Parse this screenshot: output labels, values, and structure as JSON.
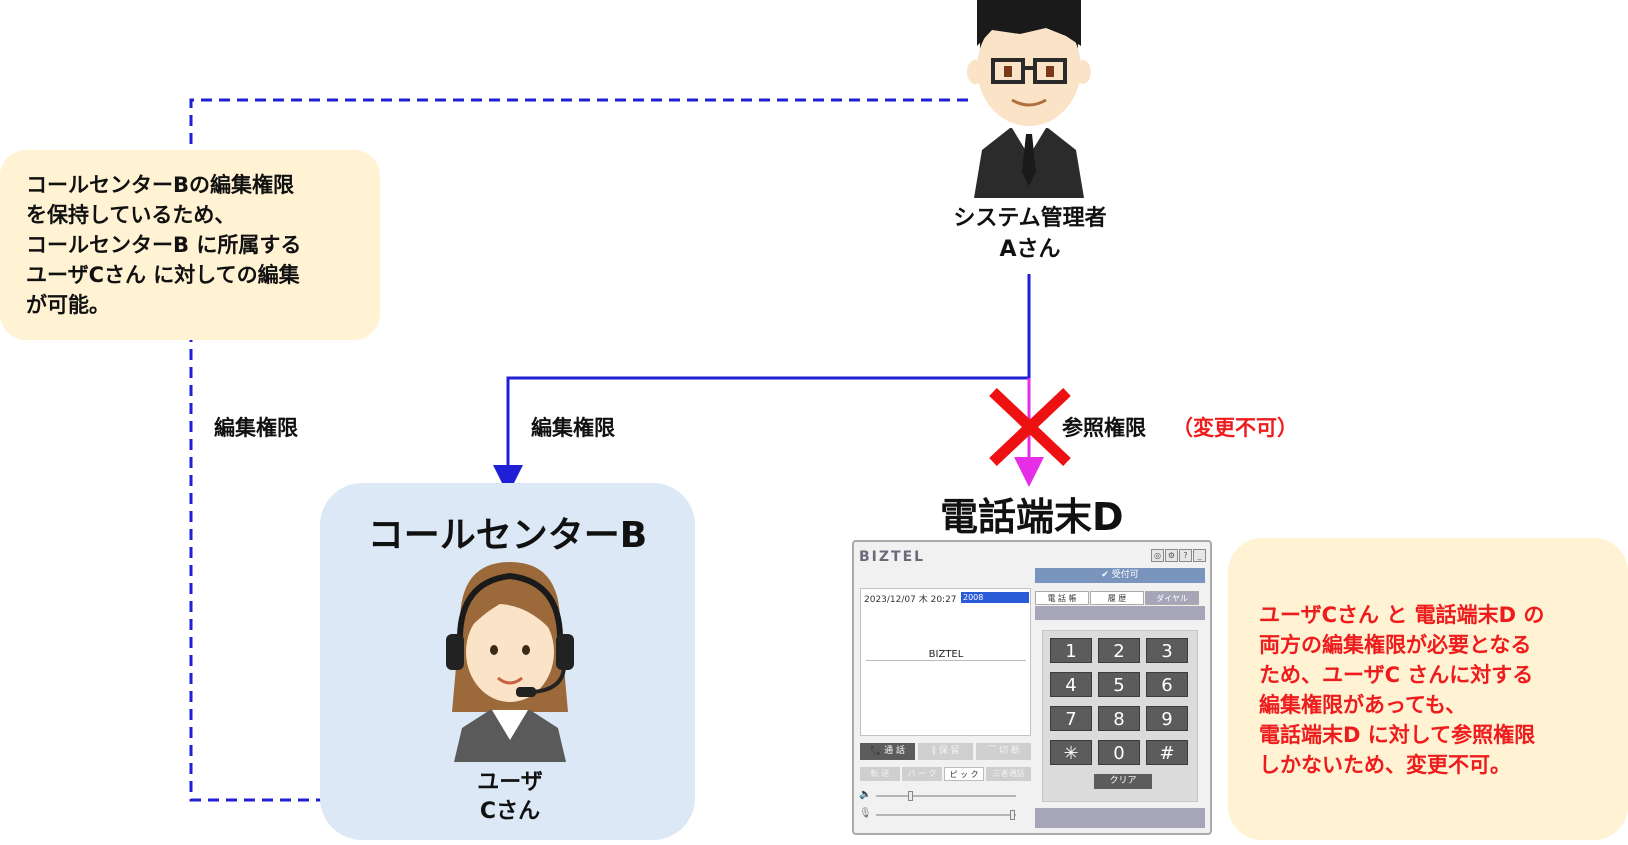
{
  "notes": {
    "left": [
      "コールセンターBの編集権限",
      "を保持しているため、",
      "コールセンターB に所属する",
      "ユーザCさん に対しての編集",
      "が可能。"
    ],
    "right": [
      "ユーザCさん と 電話端末D の",
      "両方の編集権限が必要となる",
      "ため、ユーザC さんに対する",
      "編集権限があっても、",
      "電話端末D に対して参照権限",
      "しかないため、変更不可。"
    ]
  },
  "admin": {
    "line1": "システム管理者",
    "line2": "Aさん"
  },
  "call_center": {
    "title": "コールセンターB"
  },
  "user": {
    "line1": "ユーザ",
    "line2": "Cさん"
  },
  "device": {
    "title": "電話端末D"
  },
  "permissions": {
    "edit_to_user": "編集権限",
    "edit_to_center": "編集権限",
    "view": "参照権限",
    "view_note": "（変更不可）"
  },
  "colors": {
    "solid_line": "#1f1fd6",
    "dashed_line": "#1f1fd6",
    "view_arrow": "#e62ee6",
    "cross": "#ee1111",
    "warning_text": "#ee1c1c",
    "note_bg": "#fff3d4",
    "panel_bg": "#dce8f5"
  },
  "phone": {
    "logo": "BIZTEL",
    "top_icons": [
      "◎",
      "⚙",
      "?",
      "_"
    ],
    "status": "✔ 受付可",
    "tabs": [
      "電 話 帳",
      "履 歴",
      "ダイヤル"
    ],
    "datetime": "2023/12/07 木 20:27",
    "extension": "2008",
    "screen_label": "BIZTEL",
    "keys": [
      "1",
      "2",
      "3",
      "4",
      "5",
      "6",
      "7",
      "8",
      "9",
      "✳",
      "0",
      "#"
    ],
    "clear": "クリア",
    "controls": {
      "call": "📞 通 話",
      "hold": "∥ 保 留",
      "hangup": "⌒ 切 断"
    },
    "subcontrols": [
      "転 送",
      "パ ー ク",
      "ピ ッ ク",
      "三者通話"
    ]
  }
}
